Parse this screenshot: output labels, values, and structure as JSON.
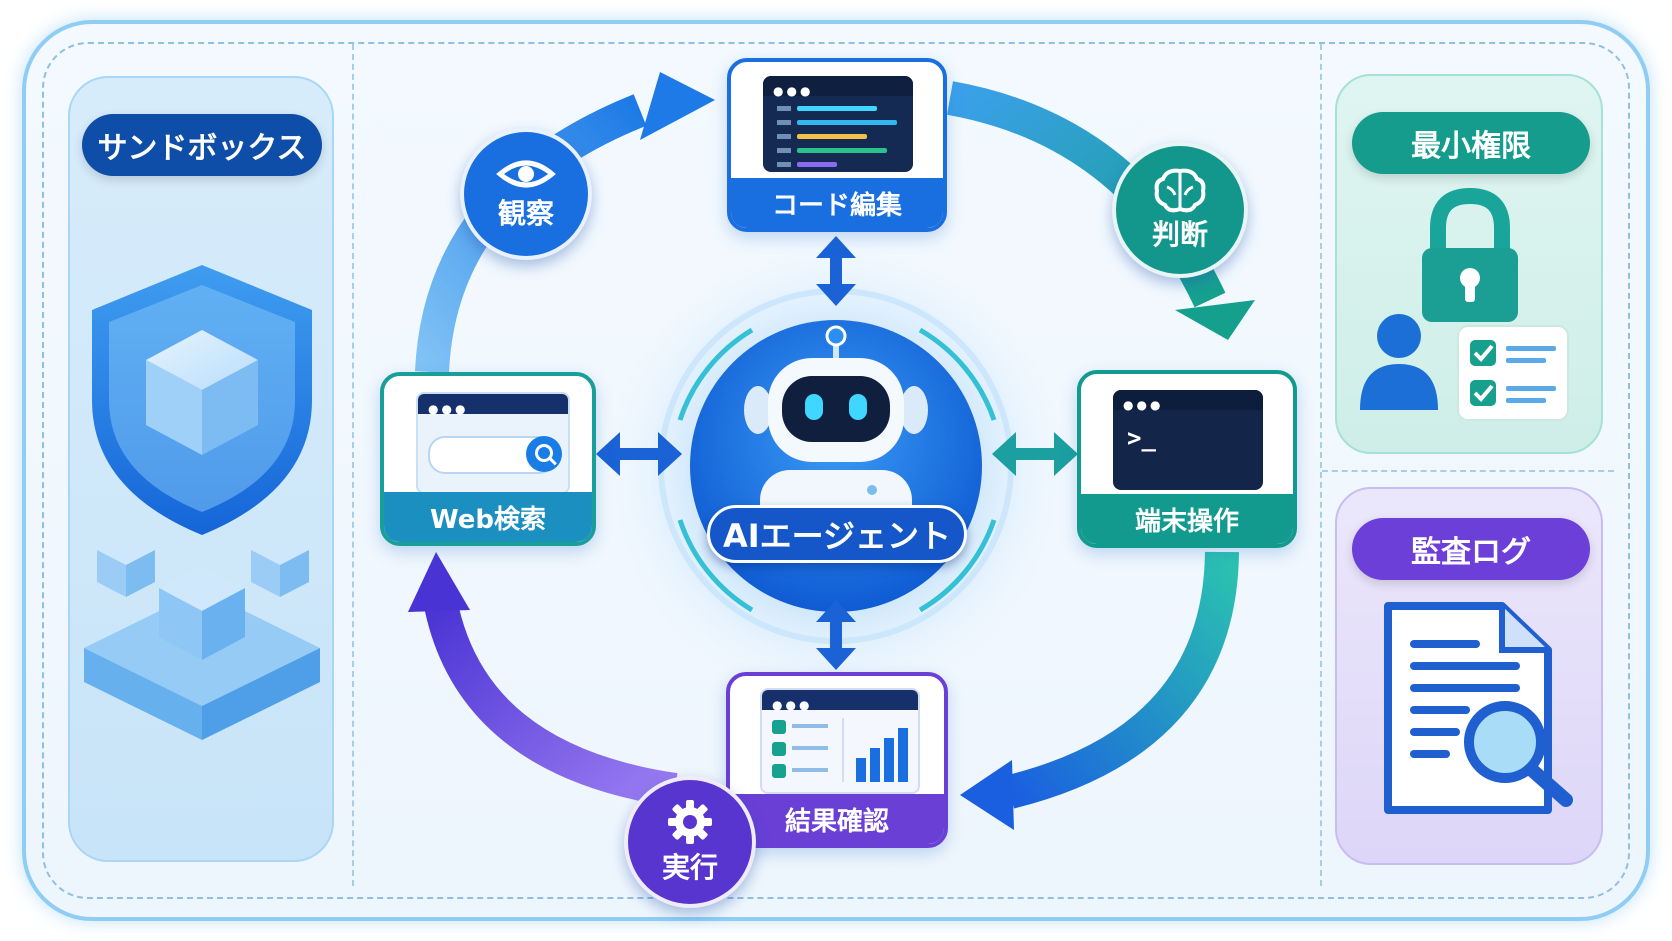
{
  "left": {
    "label": "サンドボックス"
  },
  "right": {
    "permission_label": "最小権限",
    "audit_label": "監査ログ"
  },
  "center": {
    "agent_label": "AIエージェント",
    "terminal_prompt": ">_"
  },
  "steps": {
    "code_edit": "コード編集",
    "judge": "判断",
    "terminal": "端末操作",
    "result": "結果確認",
    "execute": "実行",
    "web_search": "Web検索",
    "observe": "観察"
  },
  "colors": {
    "blue": "#1a6fe0",
    "teal": "#129a8e",
    "purple": "#6a3fd6",
    "navy": "#0f4ea8"
  }
}
